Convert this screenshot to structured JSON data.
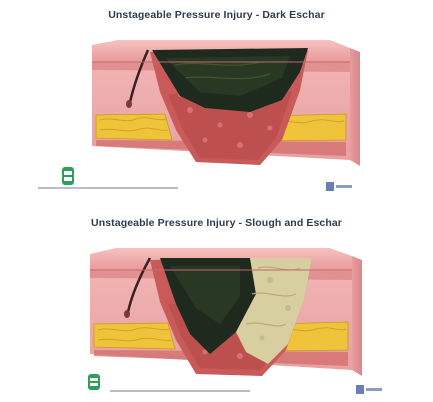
{
  "panels": [
    {
      "title": "Unstageable Pressure Injury - Dark Eschar",
      "wound": "dark-eschar",
      "colors": {
        "eschar": "#1e2a1e",
        "tissue": "#c85a5a",
        "fat": "#f0c43a",
        "skin": "#f0b0b0"
      }
    },
    {
      "title": "Unstageable Pressure Injury - Slough and Eschar",
      "wound": "slough-and-eschar",
      "colors": {
        "eschar": "#1e2a1e",
        "slough": "#d8cfa0",
        "tissue": "#c85a5a",
        "fat": "#f0c43a",
        "skin": "#f0b0b0"
      }
    }
  ]
}
